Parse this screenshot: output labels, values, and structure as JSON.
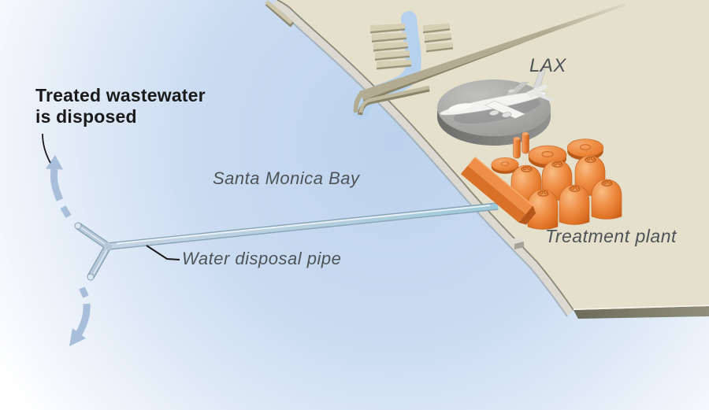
{
  "figure": {
    "title": {
      "line1": "Treated wastewater",
      "line2": "is disposed"
    },
    "labels": {
      "bay": "Santa Monica Bay",
      "airport": "LAX",
      "treatment_plant": "Treatment plant",
      "disposal_pipe": "Water disposal pipe"
    },
    "colors": {
      "sea_blue": "#bdd3ec",
      "land_tan": "#e5e0cb",
      "pipe_blue": "#b9c9dc",
      "arrow_blue": "#a8bed9",
      "plant_orange": "#e8823e",
      "airport_pad_gray": "#a0a09e",
      "label_gray": "#4e5358",
      "title_black": "#1a1a1a"
    }
  }
}
